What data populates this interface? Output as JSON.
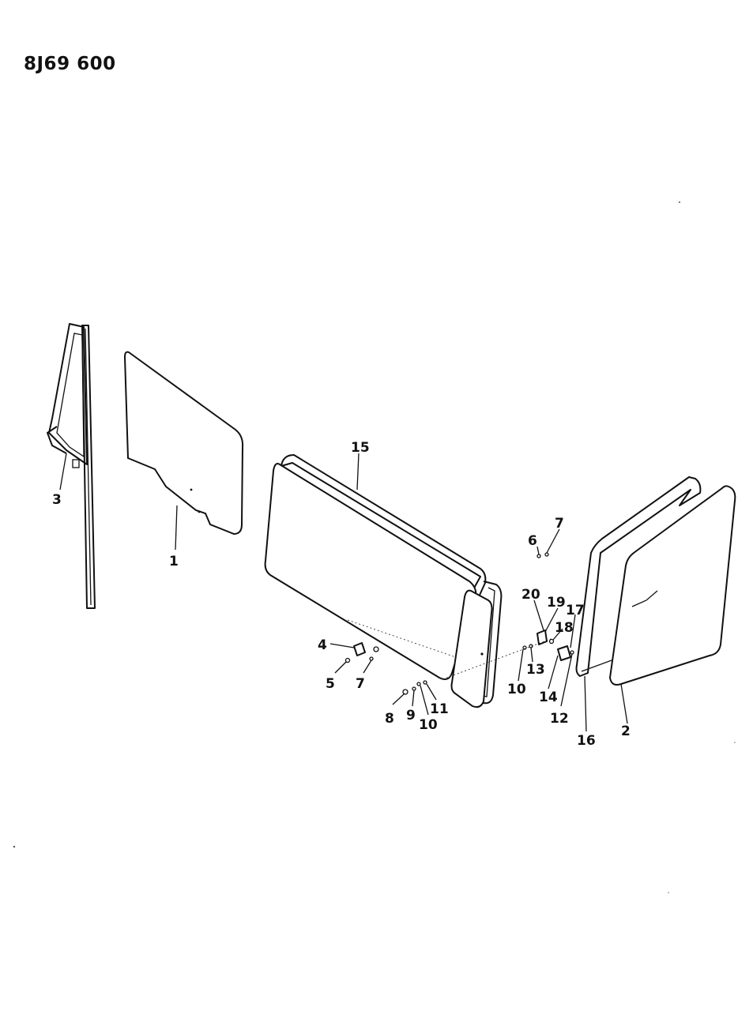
{
  "drawing_number": "8J69 600",
  "callouts": [
    {
      "id": "c3",
      "label": "3"
    },
    {
      "id": "c1",
      "label": "1"
    },
    {
      "id": "c15",
      "label": "15"
    },
    {
      "id": "c4",
      "label": "4"
    },
    {
      "id": "c5",
      "label": "5"
    },
    {
      "id": "c7a",
      "label": "7"
    },
    {
      "id": "c8",
      "label": "8"
    },
    {
      "id": "c9",
      "label": "9"
    },
    {
      "id": "c10a",
      "label": "10"
    },
    {
      "id": "c11",
      "label": "11"
    },
    {
      "id": "c6",
      "label": "6"
    },
    {
      "id": "c7b",
      "label": "7"
    },
    {
      "id": "c20",
      "label": "20"
    },
    {
      "id": "c19",
      "label": "19"
    },
    {
      "id": "c17",
      "label": "17"
    },
    {
      "id": "c18",
      "label": "18"
    },
    {
      "id": "c13",
      "label": "13"
    },
    {
      "id": "c10b",
      "label": "10"
    },
    {
      "id": "c14",
      "label": "14"
    },
    {
      "id": "c12",
      "label": "12"
    },
    {
      "id": "c16",
      "label": "16"
    },
    {
      "id": "c2",
      "label": "2"
    }
  ]
}
